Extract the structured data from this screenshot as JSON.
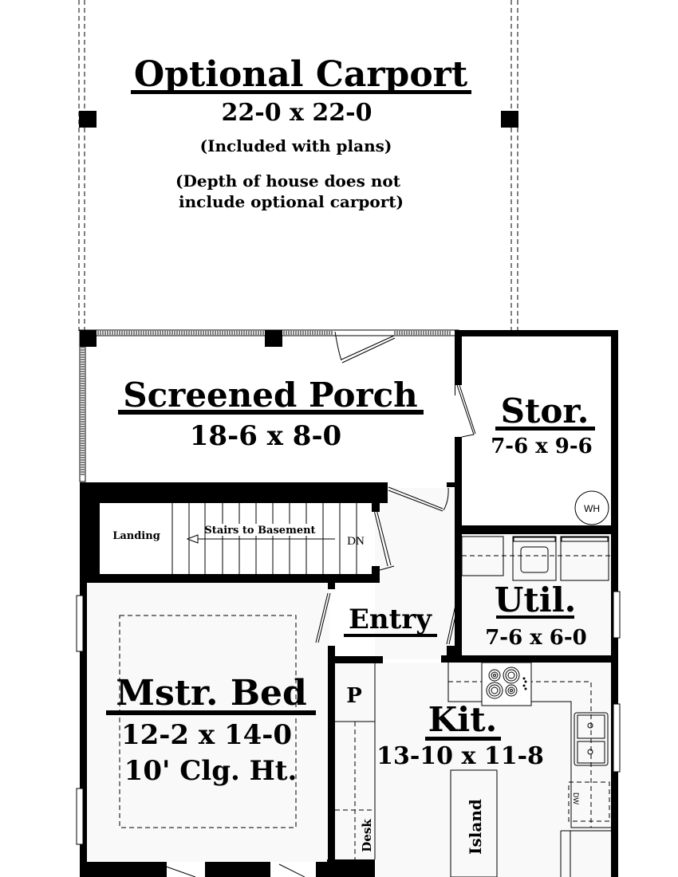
{
  "plan": {
    "carport": {
      "title": "Optional Carport",
      "dimensions": "22-0 x 22-0",
      "note1": "(Included with plans)",
      "note2_line1": "(Depth of house does not",
      "note2_line2": "include optional carport)"
    },
    "rooms": {
      "screened_porch": {
        "name": "Screened Porch",
        "dimensions": "18-6 x 8-0"
      },
      "storage": {
        "name": "Stor.",
        "dimensions": "7-6 x 9-6",
        "fixture": "WH"
      },
      "landing": {
        "name": "Landing"
      },
      "stairs": {
        "label": "Stairs to Basement",
        "direction": "DN"
      },
      "entry": {
        "name": "Entry"
      },
      "utility": {
        "name": "Util.",
        "dimensions": "7-6 x 6-0"
      },
      "master_bed": {
        "name": "Mstr. Bed",
        "dimensions": "12-2 x 14-0",
        "ceiling": "10' Clg. Ht."
      },
      "kitchen": {
        "name": "Kit.",
        "dimensions": "13-10 x 11-8",
        "island": "Island",
        "dishwasher": "DW"
      },
      "pantry": {
        "name": "P"
      },
      "desk": {
        "name": "Desk"
      }
    },
    "colors": {
      "wall": "#000000",
      "floor": "#f9f9f9",
      "background": "#ffffff"
    }
  }
}
